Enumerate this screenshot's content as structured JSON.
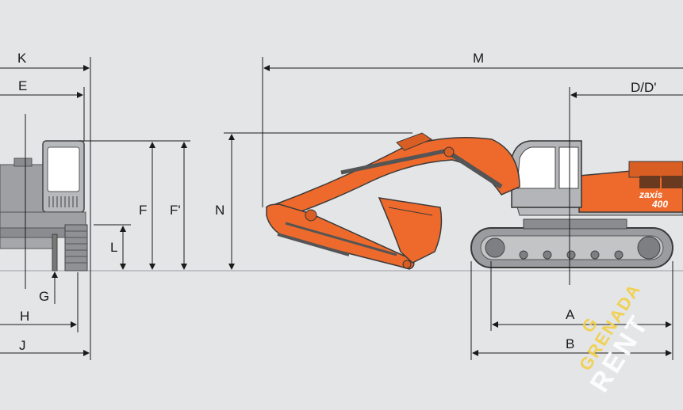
{
  "dimensions": {
    "K": "K",
    "E": "E",
    "F": "F",
    "F_prime": "F'",
    "L": "L",
    "G": "G",
    "H": "H",
    "J": "J",
    "M": "M",
    "N": "N",
    "D": "D/D'",
    "A": "A",
    "B": "B"
  },
  "machine": {
    "model_mark_1": "zaxis",
    "model_mark_2": "400"
  },
  "watermark": {
    "brand": "GRENADA",
    "word": "RENT",
    "logo_letter": "G"
  },
  "colors": {
    "body_orange": "#ee6a2c",
    "track_gray": "#8f9194",
    "background": "#e4e5e7"
  }
}
